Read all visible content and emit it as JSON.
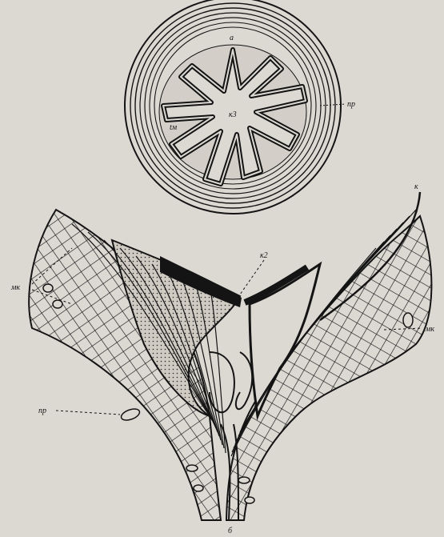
{
  "labels": {
    "top_a": "a",
    "lumen": "к3",
    "top_left_mu": "tм",
    "top_right": "пр",
    "bottom_b": "б",
    "right_top": "к",
    "left_mid": "мк",
    "center_k2": "к2",
    "left_lower": "пр",
    "right_mid": "мк"
  },
  "colors": {
    "paper": "#dcd9d3",
    "ink": "#141414",
    "tissue": "#c9c5bd"
  }
}
